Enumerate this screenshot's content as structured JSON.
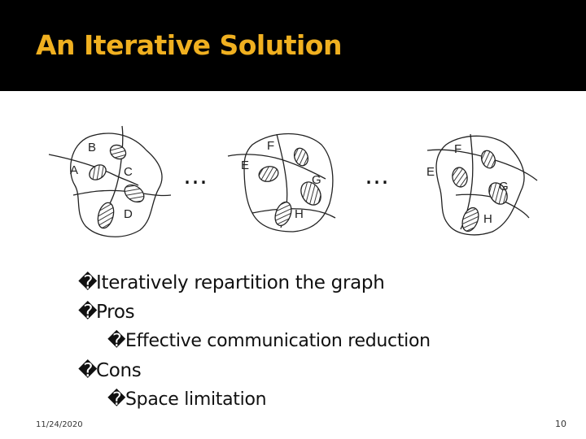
{
  "slide": {
    "title": "An Iterative Solution",
    "bullets": [
      {
        "marker": "�",
        "text": "Iteratively repartition the graph"
      },
      {
        "marker": "�",
        "text": "Pros"
      },
      {
        "marker": "�",
        "text": "Effective communication reduction"
      },
      {
        "marker": "�",
        "text": "Cons"
      },
      {
        "marker": "�",
        "text": "Space limitation"
      }
    ],
    "footer": {
      "date": "11/24/2020",
      "page": "10"
    }
  },
  "diagram": {
    "ellipsis_1": "…",
    "ellipsis_2": "…",
    "graph1": {
      "labels": {
        "a": "A",
        "b": "B",
        "c": "C",
        "d": "D"
      }
    },
    "graph2": {
      "labels": {
        "e": "E",
        "f": "F",
        "g": "G",
        "h": "H"
      }
    },
    "graph3": {
      "labels": {
        "e": "E",
        "f": "F",
        "g": "G",
        "h": "H"
      }
    }
  },
  "colors": {
    "title": "#f0b020",
    "title_bar": "#000000"
  }
}
